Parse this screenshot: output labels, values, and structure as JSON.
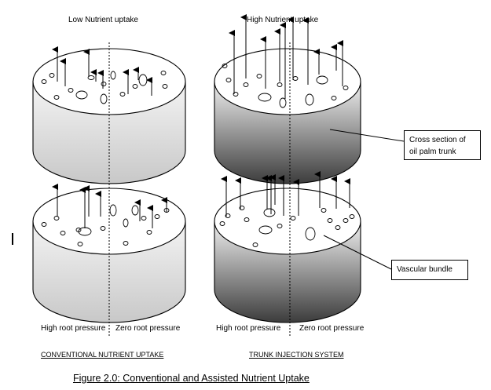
{
  "headings": {
    "low_uptake": "Low Nutrient uptake",
    "high_uptake": "High Nutrient uptake"
  },
  "pressure_labels": {
    "left_high": "High root pressure",
    "left_zero": "Zero root pressure",
    "right_high": "High root pressure",
    "right_zero": "Zero root pressure"
  },
  "system_labels": {
    "conventional": "CONVENTIONAL NUTRIENT UPTAKE",
    "trunk_injection": "TRUNK INJECTION SYSTEM"
  },
  "callouts": {
    "cross_section": "Cross section of oil palm trunk",
    "vascular_bundle": "Vascular bundle"
  },
  "caption": "Figure 2.0: Conventional and Assisted Nutrient Uptake",
  "colors": {
    "conventional_shade": "#c8c8c8",
    "injection_shade": "#3c3c3c"
  }
}
